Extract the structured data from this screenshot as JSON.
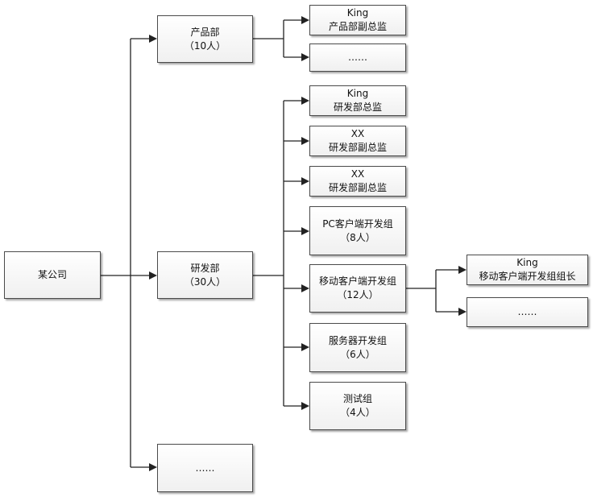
{
  "nodes": {
    "company": {
      "lines": [
        "某公司"
      ]
    },
    "product_dept": {
      "lines": [
        "产品部",
        "（10人）"
      ]
    },
    "rd_dept": {
      "lines": [
        "研发部",
        "（30人）"
      ]
    },
    "other_dept": {
      "lines": [
        "……"
      ]
    },
    "product_vp": {
      "lines": [
        "King",
        "产品部副总监"
      ]
    },
    "product_more": {
      "lines": [
        "……"
      ]
    },
    "rd_director": {
      "lines": [
        "King",
        "研发部总监"
      ]
    },
    "rd_vp_1": {
      "lines": [
        "XX",
        "研发部副总监"
      ]
    },
    "rd_vp_2": {
      "lines": [
        "XX",
        "研发部副总监"
      ]
    },
    "pc_client_team": {
      "lines": [
        "PC客户端开发组",
        "（8人）"
      ]
    },
    "mobile_team": {
      "lines": [
        "移动客户端开发组",
        "（12人）"
      ]
    },
    "server_team": {
      "lines": [
        "服务器开发组",
        "（6人）"
      ]
    },
    "test_team": {
      "lines": [
        "测试组",
        "（4人）"
      ]
    },
    "mobile_lead": {
      "lines": [
        "King",
        "移动客户端开发组组长"
      ]
    },
    "mobile_more": {
      "lines": [
        "……"
      ]
    }
  },
  "colors": {
    "line": "#222222",
    "border": "#4a4a4a",
    "fill": "#ffffff"
  }
}
